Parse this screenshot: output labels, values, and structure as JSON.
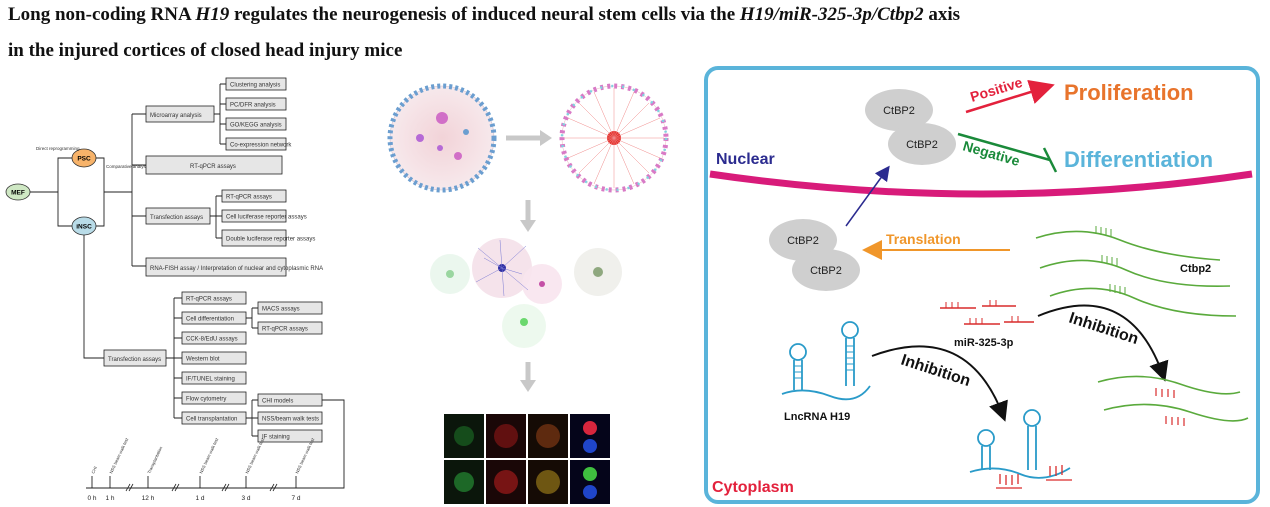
{
  "title": {
    "line1_a": "Long non-coding RNA ",
    "line1_b": "H19",
    "line1_c": " regulates the neurogenesis of induced neural stem cells via the ",
    "line1_d": "H19/miR-325-3p/Ctbp2",
    "line1_e": " axis",
    "line2": "in the injured cortices of closed head injury mice"
  },
  "flowchart": {
    "nodes": {
      "mef": "MEF",
      "psc": "PSC",
      "insc": "iNSC"
    },
    "edge_labels": {
      "reprog": "Direct reprogramming",
      "comparison": "Comparative analysis"
    },
    "microarray": "Microarray analysis",
    "micro_children": [
      "Clustering analysis",
      "PC/DFR analysis",
      "GO/KEGG analysis",
      "Co-expression network"
    ],
    "rtqpcr": "RT-qPCR assays",
    "transfection_top": "Transfection assays",
    "transfection_children": [
      "RT-qPCR assays",
      "Cell luciferase reporter assays",
      "Double luciferase reporter assays"
    ],
    "fish": "RNA-FISH assay / Interpretation of nuclear and cytoplasmic RNA",
    "transfection_bottom": "Transfection assays",
    "bottom_children": [
      "RT-qPCR assays",
      "Cell differentiation",
      "CCK-8/EdU assays",
      "Western blot",
      "IF/TUNEL staining",
      "Flow cytometry",
      "Cell transplantation"
    ],
    "diff_children": [
      "MACS assays",
      "RT-qPCR assays"
    ],
    "transplant_children": [
      "CHI models",
      "NSS/beam walk tests",
      "IF staining"
    ],
    "timeline": {
      "ticks": [
        "0 h",
        "1 h",
        "12 h",
        "1 d",
        "3 d",
        "7 d"
      ],
      "events": [
        "CHI",
        "NSS beam walk test",
        "Transplantation",
        "NSS beam walk test",
        "NSS beam walk test",
        "NSS beam walk test"
      ]
    }
  },
  "mechanism": {
    "nuclear_label": "Nuclear",
    "cytoplasm_label": "Cytoplasm",
    "ctbp2_protein": "CtBP2",
    "positive_label": "Positive",
    "negative_label": "Negative",
    "proliferation": "Proliferation",
    "differentiation": "Differentiation",
    "translation_label": "Translation",
    "ctbp2_mrna": "Ctbp2",
    "mirna": "miR-325-3p",
    "lncrna": "LncRNA H19",
    "inhibition1": "Inhibition",
    "inhibition2": "Inhibition"
  },
  "colors": {
    "panel_border": "#5ab4da",
    "membrane": "#d81b7a",
    "nuclear": "#2b2b8f",
    "cytoplasm": "#e3213c",
    "positive": "#e3213c",
    "negative": "#1a8a3a",
    "proliferation": "#e8742c",
    "differentiation": "#5ab4da",
    "translation": "#f0962a",
    "mrna": "#5aaa3c",
    "mirna": "#d92b2b",
    "lncrna": "#2a9bc9",
    "protein": "#cfcfcf"
  }
}
